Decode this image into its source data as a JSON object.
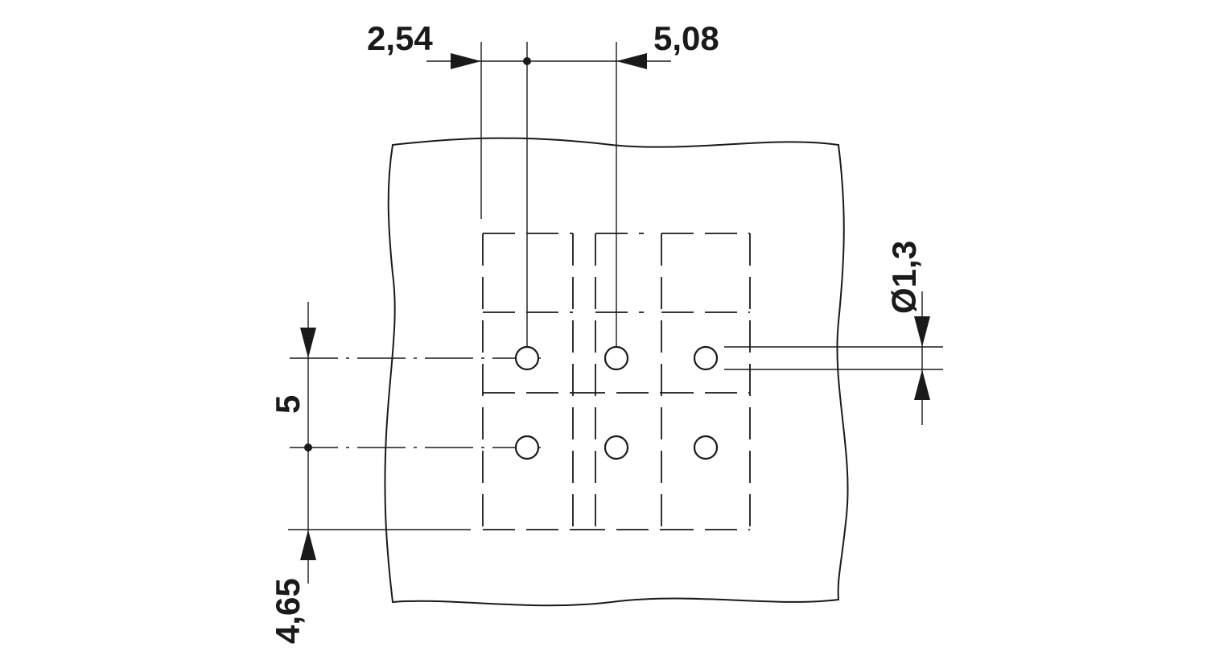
{
  "dimensions": {
    "pitch_small": "2,54",
    "pitch_large": "5,08",
    "hole_diameter": "Ø1,3",
    "row_pitch": "5",
    "edge_offset": "4,65"
  },
  "colors": {
    "line": "#1a1a1a",
    "background": "#ffffff"
  }
}
